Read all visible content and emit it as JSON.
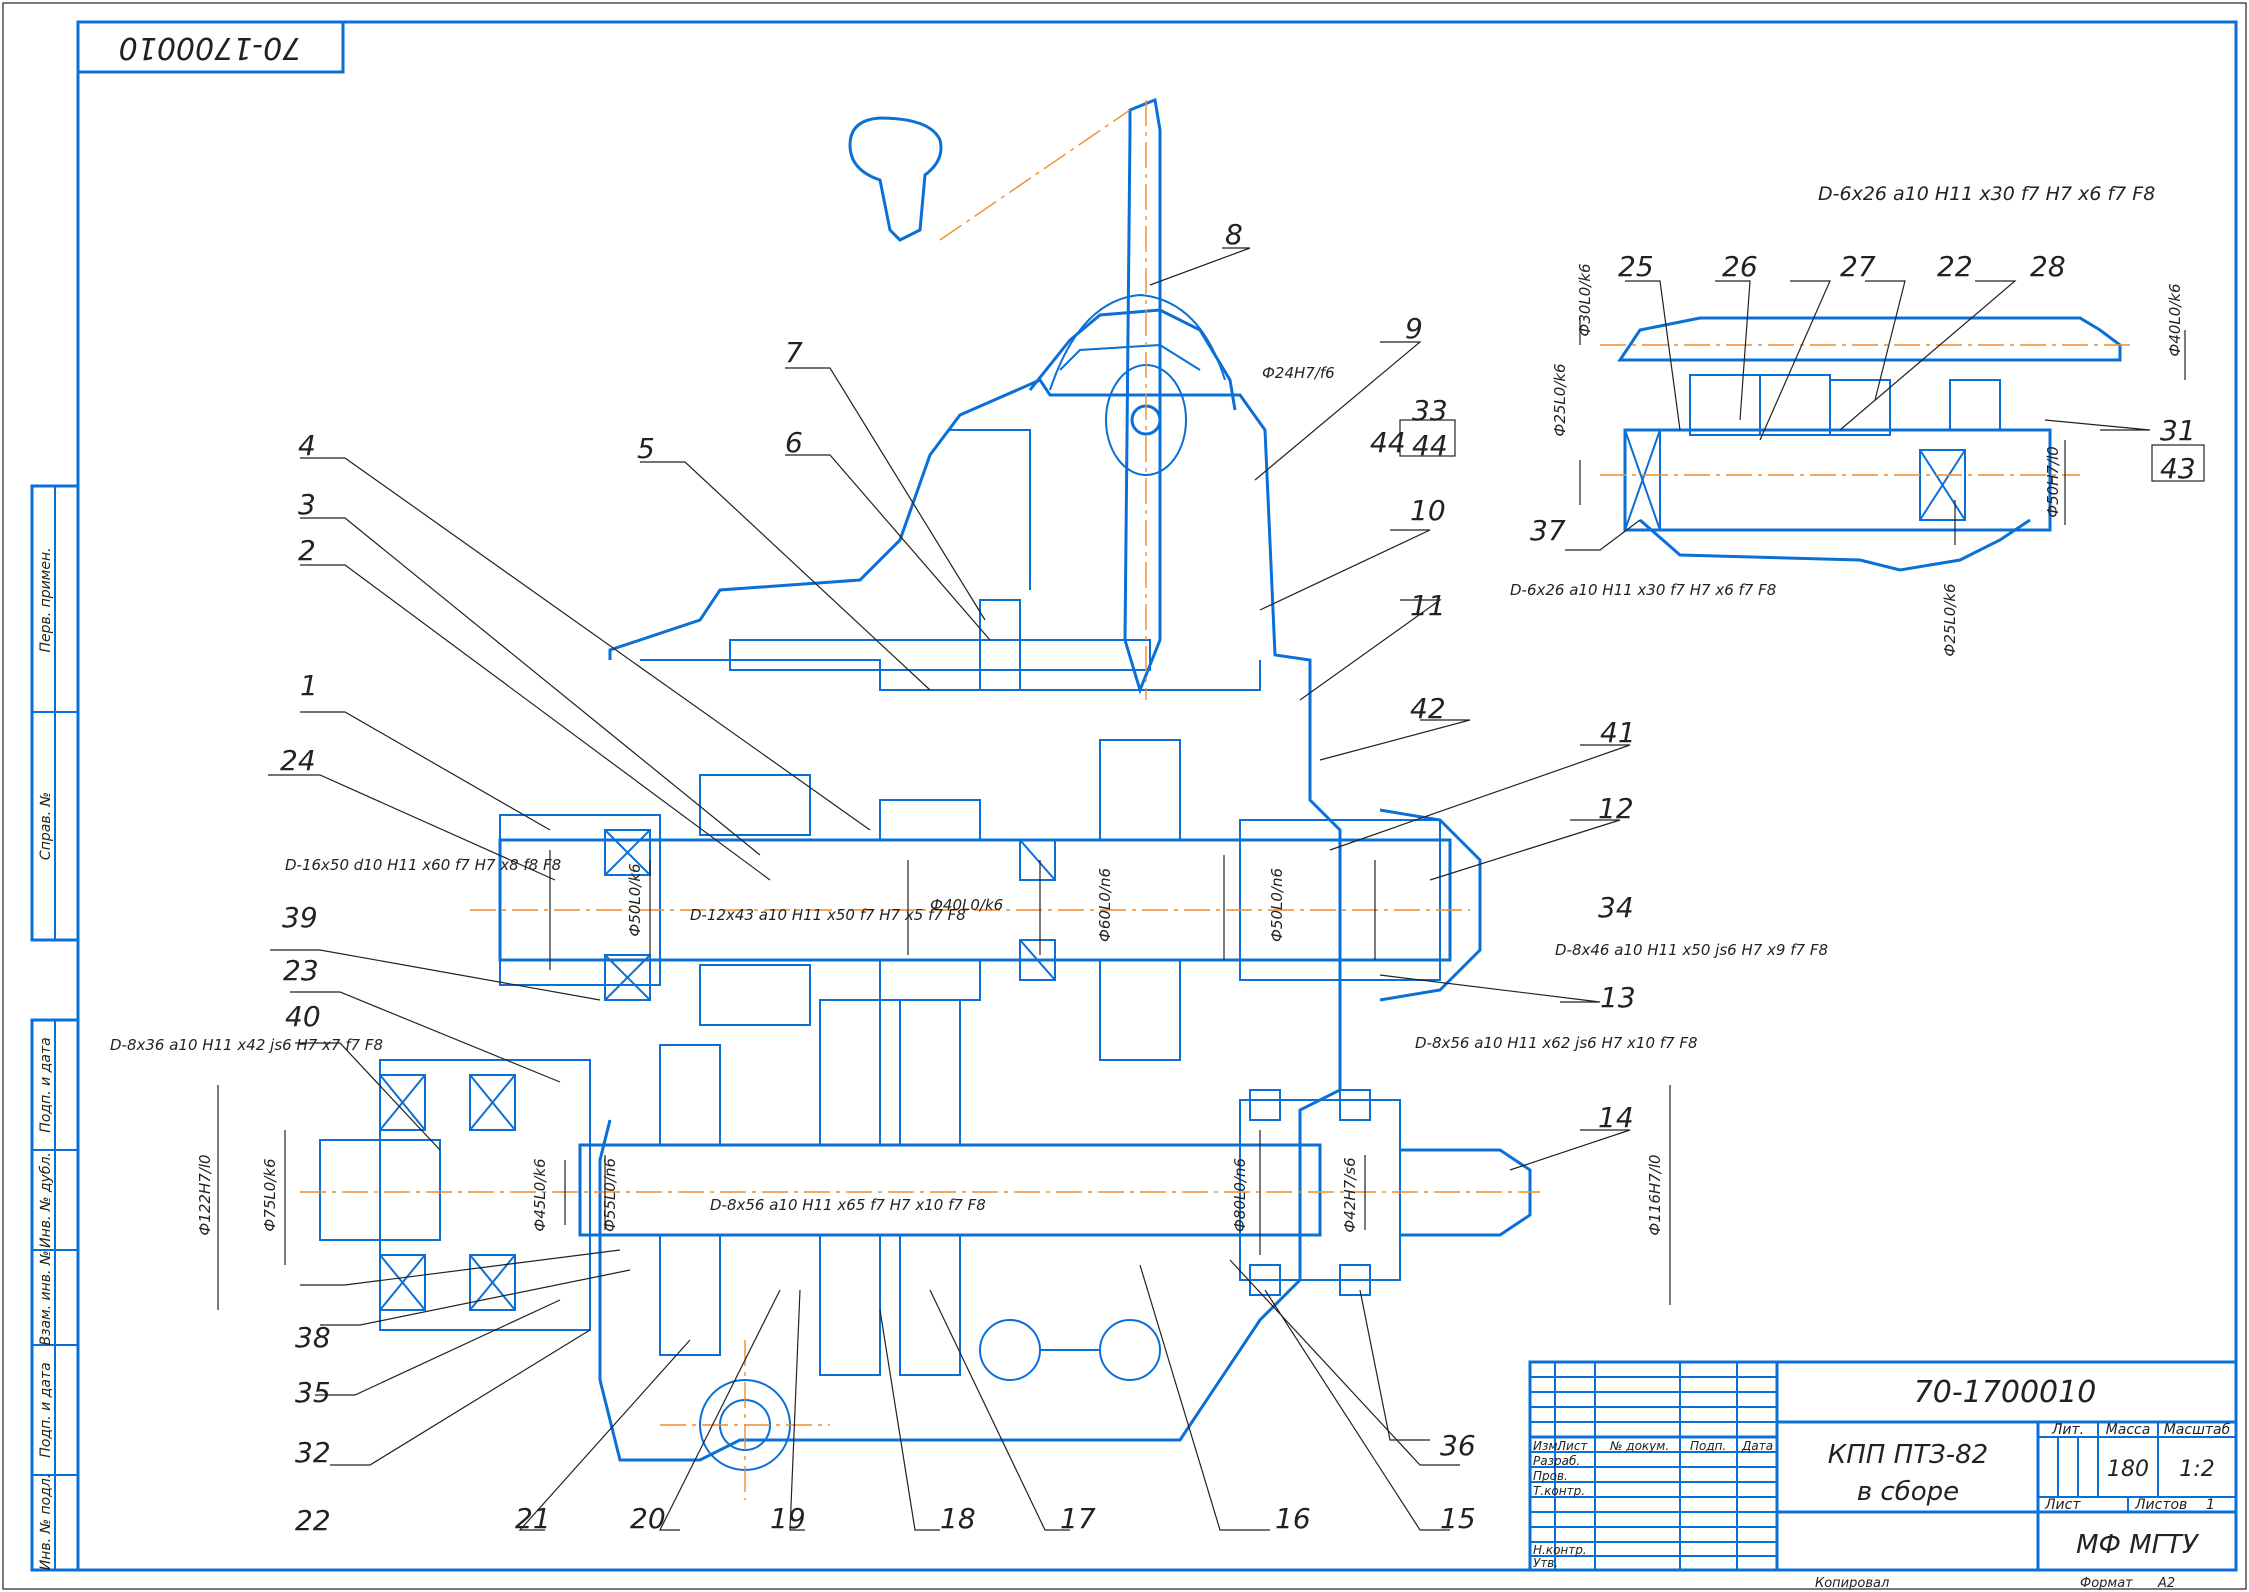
{
  "colors": {
    "outline": "#0a6fd6",
    "axis": "#f08c2a",
    "leader": "#222222",
    "paper": "#ffffff"
  },
  "corner_code": "70-1700010",
  "side_labels": {
    "perv_primen": "Перв. примен.",
    "sprav_no": "Справ. №",
    "podp_data_top": "Подп. и дата",
    "inv_dubl": "Инв. № дубл.",
    "vzam_inv": "Взам. инв. №",
    "podp_data_bottom": "Подп. и дата",
    "inv_podl": "Инв. № подл."
  },
  "part_numbers": {
    "p1": "1",
    "p2": "2",
    "p3": "3",
    "p4": "4",
    "p5": "5",
    "p6": "6",
    "p7": "7",
    "p8": "8",
    "p9": "9",
    "p10": "10",
    "p11": "11",
    "p12": "12",
    "p13": "13",
    "p14": "14",
    "p15": "15",
    "p16": "16",
    "p17": "17",
    "p18": "18",
    "p19": "19",
    "p20": "20",
    "p21": "21",
    "p22a": "22",
    "p22b": "22",
    "p23": "23",
    "p24": "24",
    "p25": "25",
    "p26": "26",
    "p27": "27",
    "p28": "28",
    "p31": "31",
    "p32": "32",
    "p33": "33",
    "p34": "34",
    "p35": "35",
    "p36": "36",
    "p37": "37",
    "p38": "38",
    "p39": "39",
    "p40": "40",
    "p41": "41",
    "p42": "42",
    "p43": "43",
    "p44": "44"
  },
  "dimensions": {
    "d1": "Ф24H7/f6",
    "d2": "D-16x50 d10 H11 x60 f7 H7 x8 f8 F8",
    "d3": "D-12x43 a10 H11 x50 f7 H7 x5 f7 F8",
    "d4": "Ф50L0/k6",
    "d5": "Ф40L0/k6",
    "d6": "Ф60L0/n6",
    "d7": "Ф50L0/n6",
    "d8": "D-8x46 a10 H11 x50 js6 H7 x9 f7 F8",
    "d9": "D-8x56 a10 H11 x62 js6 H7 x10 f7 F8",
    "d10": "D-8x36 a10 H11 x42 js6 H7 x7 f7 F8",
    "d11": "Ф122H7/l0",
    "d12": "Ф75L0/k6",
    "d13": "Ф45L0/k6",
    "d14": "Ф55L0/n6",
    "d15": "D-8x56 a10 H11 x65 f7 H7 x10 f7 F8",
    "d16": "Ф80L0/n6",
    "d17": "Ф42H7/s6",
    "d18": "Ф116H7/l0",
    "d19": "D-6x26 a10 H11 x30 f7 H7 x6 f7 F8",
    "d20": "Ф30L0/k6",
    "d21": "Ф25L0/k6",
    "d22": "Ф40L0/k6",
    "d23": "Ф50H7/l0",
    "d24": "D-6x26 a10 H11 x30 f7 H7 x6 f7 F8",
    "d25": "Ф25L0/k6"
  },
  "title_block": {
    "designation": "70-1700010",
    "name_line1": "КПП ПТЗ-82",
    "name_line2": "в сборе",
    "lit": "Лит.",
    "massa_label": "Масса",
    "massa": "180",
    "masshtab_label": "Масштаб",
    "masshtab": "1:2",
    "list_label": "Лист",
    "listov_label": "Листов",
    "listov": "1",
    "org": "МФ МГТУ",
    "izm": "Изм.",
    "list": "Лист",
    "dokum": "№ докум.",
    "podp": "Подп.",
    "data": "Дата",
    "razrab": "Разраб.",
    "prov": "Пров.",
    "tkontr": "Т.контр.",
    "nkontr": "Н.контр.",
    "utv": "Утв.",
    "kopiroval": "Копировал",
    "format_label": "Формат",
    "format": "А2"
  }
}
